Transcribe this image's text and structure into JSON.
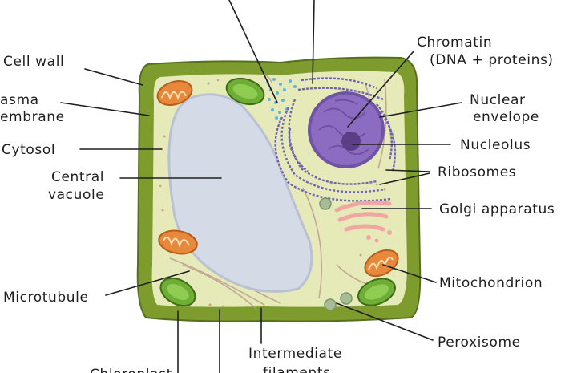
{
  "labels": {
    "cell_wall": "Cell wall",
    "plasma_membrane_1": "asma",
    "plasma_membrane_2": "embrane",
    "cytosol": "Cytosol",
    "central_vacuole_1": "Central",
    "central_vacuole_2": "vacuole",
    "microtubule": "Microtubule",
    "chloroplast": "Chloroplast",
    "intermediate_filaments_1": "Intermediate",
    "intermediate_filaments_2": "filaments",
    "chromatin_1": "Chromatin",
    "chromatin_2": "(DNA + proteins)",
    "nuclear_envelope_1": "Nuclear",
    "nuclear_envelope_2": "envelope",
    "nucleolus": "Nucleolus",
    "ribosomes": "Ribosomes",
    "golgi": "Golgi apparatus",
    "mitochondrion": "Mitochondrion",
    "peroxisome": "Peroxisome"
  },
  "colors": {
    "cell_wall": "#7e9c2e",
    "cytoplasm": "#e6eab8",
    "vacuole": "#d5dae7",
    "vacuole_edge": "#b9c1d3",
    "nucleus": "#8c6cc0",
    "nucleus_edge": "#6f53a6",
    "nucleolus": "#5a3f86",
    "er": "#6f63ae",
    "ribosome_dots": "#5db7d6",
    "mitochondrion": "#e7883a",
    "chloroplast": "#6fae36",
    "golgi": "#f2a6a1",
    "peroxisome": "#a7bd96",
    "leader": "#1f1f1f"
  }
}
